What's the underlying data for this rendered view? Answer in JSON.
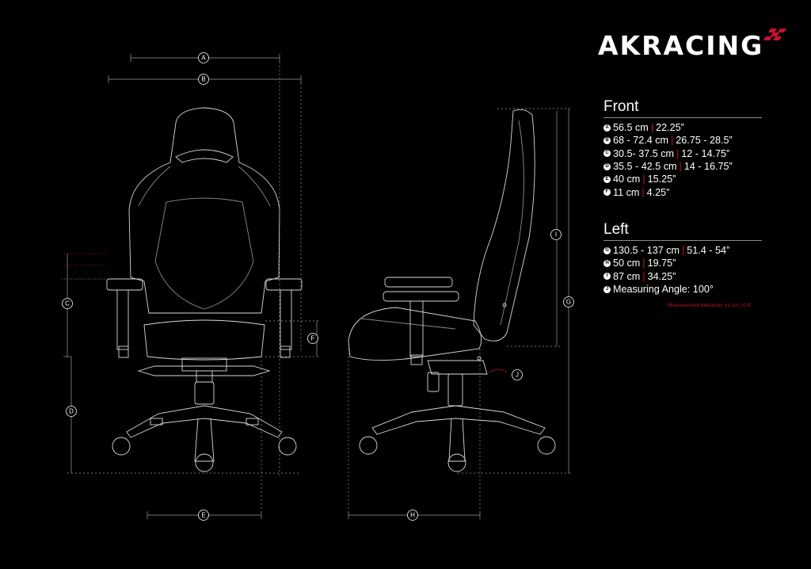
{
  "brand": {
    "name": "AKRACING",
    "accent": "#c8102e"
  },
  "front": {
    "title": "Front",
    "items": [
      {
        "letter": "A",
        "metric": "56.5 cm",
        "imperial": "22.25”"
      },
      {
        "letter": "B",
        "metric": "68 - 72.4 cm",
        "imperial": "26.75 - 28.5”"
      },
      {
        "letter": "C",
        "metric": "30.5- 37.5 cm",
        "imperial": "12 - 14.75”"
      },
      {
        "letter": "D",
        "metric": "35.5 - 42.5 cm",
        "imperial": "14 - 16.75”"
      },
      {
        "letter": "E",
        "metric": "40 cm",
        "imperial": "15.25”"
      },
      {
        "letter": "F",
        "metric": "11 cm",
        "imperial": "4.25”"
      }
    ]
  },
  "left": {
    "title": "Left",
    "items": [
      {
        "letter": "G",
        "metric": "130.5 - 137 cm",
        "imperial": "51.4 - 54”"
      },
      {
        "letter": "H",
        "metric": "50 cm",
        "imperial": "19.75”"
      },
      {
        "letter": "I",
        "metric": "87 cm",
        "imperial": "34.25”"
      }
    ],
    "angle": {
      "letter": "J",
      "text": "Measuring Angle: 100°"
    }
  },
  "tolerance": "Measurement tolerance: ±1 cm | 0.4”",
  "diagram_labels": [
    "A",
    "B",
    "C",
    "D",
    "E",
    "F",
    "G",
    "H",
    "I",
    "J"
  ]
}
